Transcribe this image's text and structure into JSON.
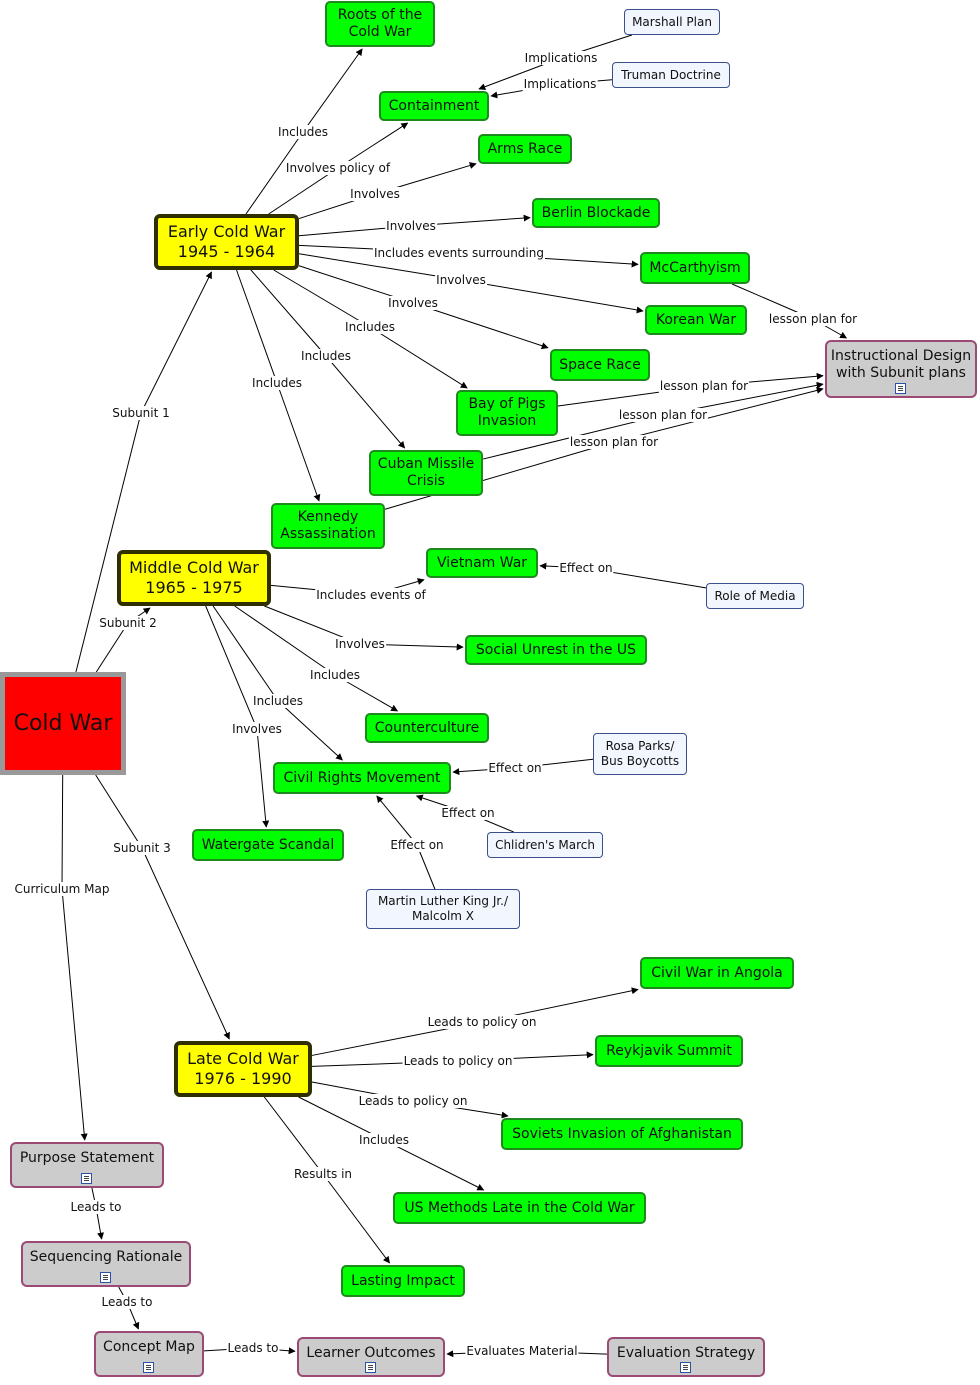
{
  "nodes": [
    {
      "id": "cold_war",
      "label": "Cold War",
      "style": "red"
    },
    {
      "id": "early",
      "label": "Early Cold War\n1945 - 1964",
      "style": "yellow"
    },
    {
      "id": "middle",
      "label": "Middle Cold War\n1965 - 1975",
      "style": "yellow"
    },
    {
      "id": "late",
      "label": "Late Cold War\n1976 - 1990",
      "style": "yellow"
    },
    {
      "id": "roots",
      "label": "Roots of the\nCold War",
      "style": "green"
    },
    {
      "id": "containment",
      "label": "Containment",
      "style": "green"
    },
    {
      "id": "arms_race",
      "label": "Arms Race",
      "style": "green"
    },
    {
      "id": "berlin",
      "label": "Berlin Blockade",
      "style": "green"
    },
    {
      "id": "mccarthyism",
      "label": "McCarthyism",
      "style": "green"
    },
    {
      "id": "korean",
      "label": "Korean War",
      "style": "green"
    },
    {
      "id": "space_race",
      "label": "Space Race",
      "style": "green"
    },
    {
      "id": "bay_of_pigs",
      "label": "Bay of Pigs\nInvasion",
      "style": "green"
    },
    {
      "id": "cuban",
      "label": "Cuban Missile\nCrisis",
      "style": "green"
    },
    {
      "id": "kennedy",
      "label": "Kennedy\nAssassination",
      "style": "green"
    },
    {
      "id": "marshall",
      "label": "Marshall Plan",
      "style": "small"
    },
    {
      "id": "truman",
      "label": "Truman Doctrine",
      "style": "small"
    },
    {
      "id": "instructional",
      "label": "Instructional Design\nwith Subunit plans",
      "style": "gray",
      "doc": true
    },
    {
      "id": "vietnam",
      "label": "Vietnam War",
      "style": "green"
    },
    {
      "id": "role_media",
      "label": "Role of Media",
      "style": "small"
    },
    {
      "id": "social_unrest",
      "label": "Social Unrest in the US",
      "style": "green"
    },
    {
      "id": "counterculture",
      "label": "Counterculture",
      "style": "green"
    },
    {
      "id": "civil_rights",
      "label": "Civil Rights Movement",
      "style": "green"
    },
    {
      "id": "rosa",
      "label": "Rosa Parks/\nBus Boycotts",
      "style": "small"
    },
    {
      "id": "childrens",
      "label": "Chlidren's March",
      "style": "small"
    },
    {
      "id": "mlk",
      "label": "Martin Luther King Jr./\nMalcolm X",
      "style": "small"
    },
    {
      "id": "watergate",
      "label": "Watergate Scandal",
      "style": "green"
    },
    {
      "id": "angola",
      "label": "Civil War in Angola",
      "style": "green"
    },
    {
      "id": "reykjavik",
      "label": "Reykjavik Summit",
      "style": "green"
    },
    {
      "id": "afghanistan",
      "label": "Soviets Invasion of Afghanistan",
      "style": "green"
    },
    {
      "id": "us_methods",
      "label": "US Methods Late in the Cold War",
      "style": "green"
    },
    {
      "id": "lasting",
      "label": "Lasting Impact",
      "style": "green"
    },
    {
      "id": "purpose",
      "label": "Purpose Statement",
      "style": "gray",
      "doc": true
    },
    {
      "id": "sequencing",
      "label": "Sequencing Rationale",
      "style": "gray",
      "doc": true
    },
    {
      "id": "concept_map",
      "label": "Concept Map",
      "style": "gray",
      "doc": true
    },
    {
      "id": "learner",
      "label": "Learner Outcomes",
      "style": "gray",
      "doc": true
    },
    {
      "id": "evaluation",
      "label": "Evaluation Strategy",
      "style": "gray",
      "doc": true
    }
  ],
  "links": [
    {
      "from": "cold_war",
      "to": "early",
      "label": "Subunit 1"
    },
    {
      "from": "cold_war",
      "to": "middle",
      "label": "Subunit 2"
    },
    {
      "from": "cold_war",
      "to": "late",
      "label": "Subunit 3"
    },
    {
      "from": "cold_war",
      "to": "purpose",
      "label": "Curriculum Map"
    },
    {
      "from": "early",
      "to": "roots",
      "label": "Includes"
    },
    {
      "from": "early",
      "to": "containment",
      "label": "Involves policy of"
    },
    {
      "from": "early",
      "to": "arms_race",
      "label": "Involves"
    },
    {
      "from": "early",
      "to": "berlin",
      "label": "Involves"
    },
    {
      "from": "early",
      "to": "mccarthyism",
      "label": "Includes events surrounding"
    },
    {
      "from": "early",
      "to": "korean",
      "label": "Involves"
    },
    {
      "from": "early",
      "to": "space_race",
      "label": "Involves"
    },
    {
      "from": "early",
      "to": "bay_of_pigs",
      "label": "Includes"
    },
    {
      "from": "early",
      "to": "cuban",
      "label": "Includes"
    },
    {
      "from": "early",
      "to": "kennedy",
      "label": "Includes"
    },
    {
      "from": "marshall",
      "to": "containment",
      "label": "Implications"
    },
    {
      "from": "truman",
      "to": "containment",
      "label": "Implications"
    },
    {
      "from": "mccarthyism",
      "to": "instructional",
      "label": "lesson plan for"
    },
    {
      "from": "bay_of_pigs",
      "to": "instructional",
      "label": "lesson plan for"
    },
    {
      "from": "cuban",
      "to": "instructional",
      "label": "lesson plan for"
    },
    {
      "from": "kennedy",
      "to": "instructional",
      "label": "lesson plan for"
    },
    {
      "from": "middle",
      "to": "vietnam",
      "label": "Includes events of"
    },
    {
      "from": "role_media",
      "to": "vietnam",
      "label": "Effect on"
    },
    {
      "from": "middle",
      "to": "social_unrest",
      "label": "Involves"
    },
    {
      "from": "middle",
      "to": "counterculture",
      "label": "Includes"
    },
    {
      "from": "middle",
      "to": "civil_rights",
      "label": "Includes"
    },
    {
      "from": "middle",
      "to": "watergate",
      "label": "Involves"
    },
    {
      "from": "rosa",
      "to": "civil_rights",
      "label": "Effect on"
    },
    {
      "from": "childrens",
      "to": "civil_rights",
      "label": "Effect on"
    },
    {
      "from": "mlk",
      "to": "civil_rights",
      "label": "Effect on"
    },
    {
      "from": "late",
      "to": "angola",
      "label": "Leads to policy on"
    },
    {
      "from": "late",
      "to": "reykjavik",
      "label": "Leads to policy on"
    },
    {
      "from": "late",
      "to": "afghanistan",
      "label": "Leads to policy on"
    },
    {
      "from": "late",
      "to": "us_methods",
      "label": "Includes"
    },
    {
      "from": "late",
      "to": "lasting",
      "label": "Results in"
    },
    {
      "from": "purpose",
      "to": "sequencing",
      "label": "Leads to"
    },
    {
      "from": "sequencing",
      "to": "concept_map",
      "label": "Leads to"
    },
    {
      "from": "concept_map",
      "to": "learner",
      "label": "Leads to"
    },
    {
      "from": "evaluation",
      "to": "learner",
      "label": "Evaluates Material"
    }
  ]
}
